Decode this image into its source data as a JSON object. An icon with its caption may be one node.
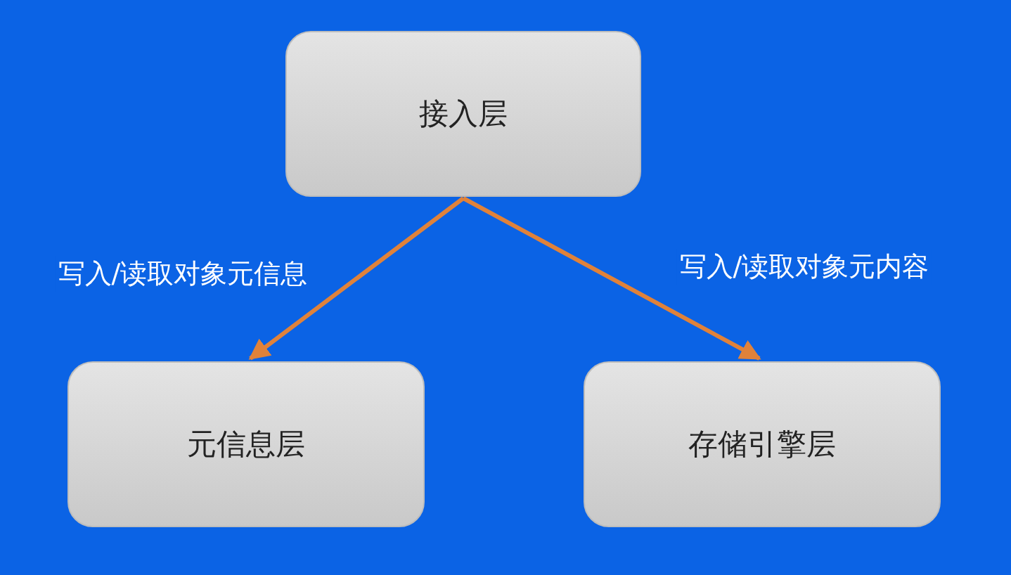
{
  "diagram": {
    "nodes": [
      {
        "text": [
          "接入层"
        ]
      },
      {
        "text": [
          "元信息层"
        ]
      },
      {
        "text": [
          "存储引擎层"
        ]
      }
    ],
    "edges": [
      {
        "from": 0,
        "to": 1,
        "arrow": "to",
        "label": "写入/读取对象元信息"
      },
      {
        "from": 0,
        "to": 2,
        "arrow": "to",
        "label": "写入/读取对象元内容"
      }
    ]
  }
}
